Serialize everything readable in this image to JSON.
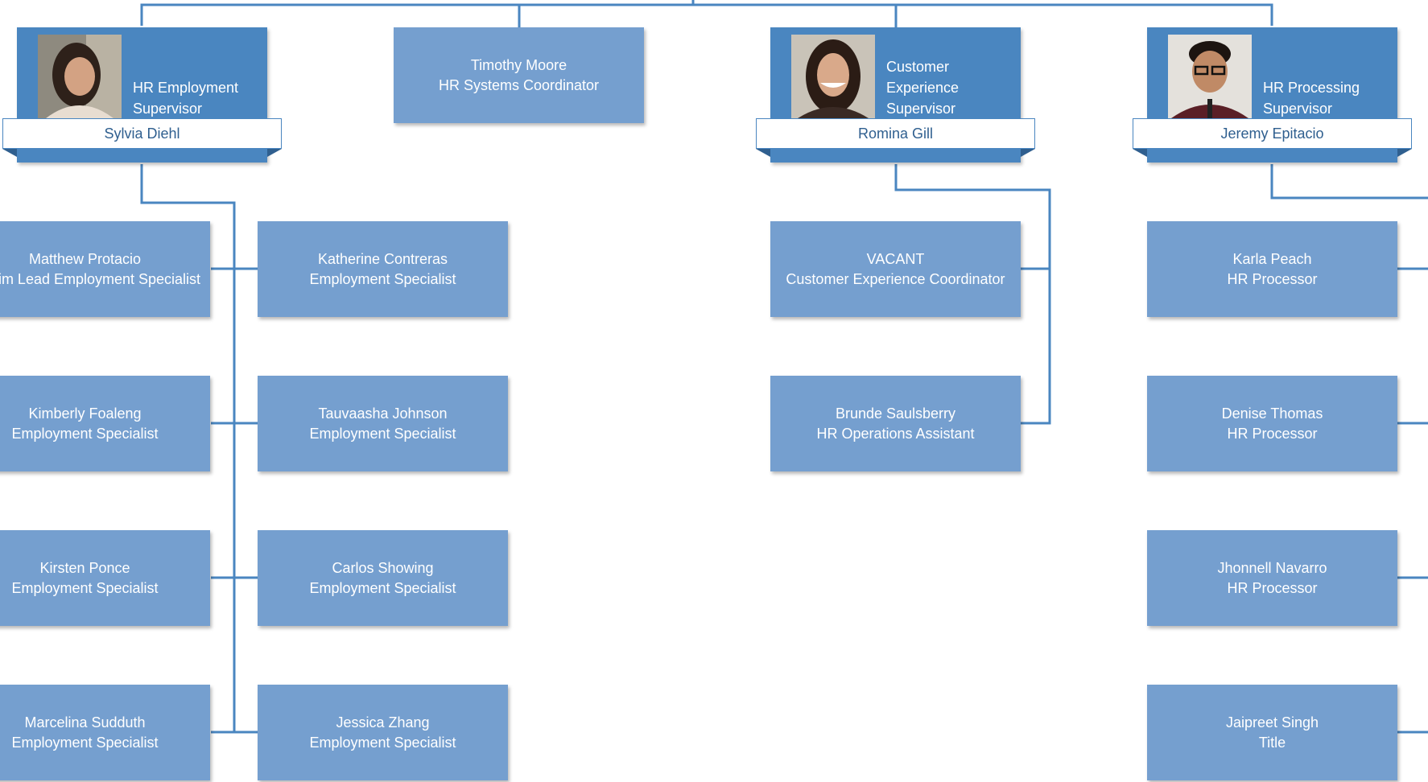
{
  "colors": {
    "connector": "#4a86c0",
    "manager_fill": "#4a86c0",
    "staff_fill": "#759fcf",
    "ribbon_text": "#2f5f8f"
  },
  "managers": [
    {
      "name": "Sylvia Diehl",
      "title": "HR Employment Supervisor"
    },
    {
      "name": "Romina Gill",
      "title": "Customer Experience Supervisor"
    },
    {
      "name": "Jeremy Epitacio",
      "title": "HR Processing Supervisor"
    }
  ],
  "coordinator": {
    "name": "Timothy Moore",
    "title": "HR Systems Coordinator"
  },
  "employment_team": [
    {
      "name": "Matthew Protacio",
      "title": "Interim Lead Employment Specialist"
    },
    {
      "name": "Katherine Contreras",
      "title": "Employment Specialist"
    },
    {
      "name": "Kimberly Foaleng",
      "title": "Employment Specialist"
    },
    {
      "name": "Tauvaasha Johnson",
      "title": "Employment Specialist"
    },
    {
      "name": "Kirsten Ponce",
      "title": "Employment Specialist"
    },
    {
      "name": "Carlos Showing",
      "title": "Employment Specialist"
    },
    {
      "name": "Marcelina Sudduth",
      "title": "Employment Specialist"
    },
    {
      "name": "Jessica Zhang",
      "title": "Employment Specialist"
    }
  ],
  "customer_team": [
    {
      "name": "VACANT",
      "title": "Customer Experience Coordinator"
    },
    {
      "name": "Brunde Saulsberry",
      "title": "HR Operations Assistant"
    }
  ],
  "processing_team": [
    {
      "name": "Karla Peach",
      "title": "HR Processor"
    },
    {
      "name": "Denise Thomas",
      "title": "HR Processor"
    },
    {
      "name": "Jhonnell Navarro",
      "title": "HR Processor"
    },
    {
      "name": "Jaipreet Singh",
      "title": "Title"
    }
  ]
}
